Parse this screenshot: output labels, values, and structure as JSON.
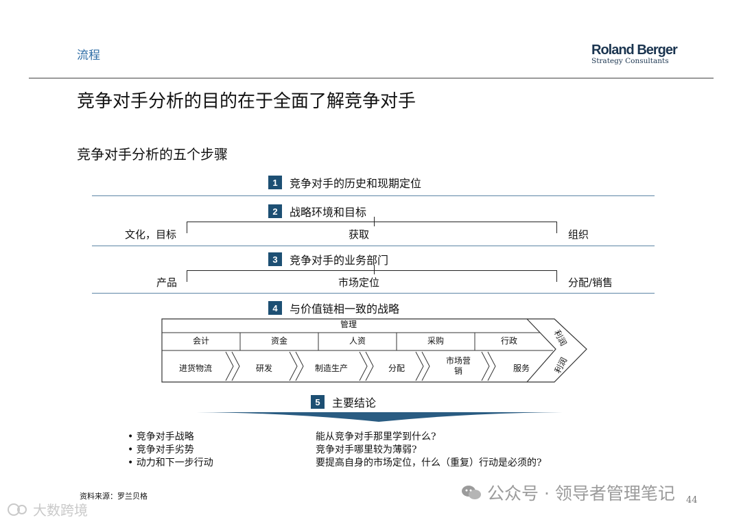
{
  "header": {
    "section": "流程",
    "logo_main": "Roland Berger",
    "logo_sub": "Strategy Consultants"
  },
  "title": "竞争对手分析的目的在于全面了解竞争对手",
  "subtitle": "竞争对手分析的五个步骤",
  "steps": [
    {
      "num": "1",
      "label": "竞争对手的历史和现期定位"
    },
    {
      "num": "2",
      "label": "战略环境和目标",
      "left": "文化，目标",
      "center": "获取",
      "right": "组织"
    },
    {
      "num": "3",
      "label": "竞争对手的业务部门",
      "left": "产品",
      "center": "市场定位",
      "right": "分配/销售"
    },
    {
      "num": "4",
      "label": "与价值链相一致的战略"
    },
    {
      "num": "5",
      "label": "主要结论"
    }
  ],
  "value_chain": {
    "management": "管理",
    "support": [
      "会计",
      "资金",
      "人资",
      "采购",
      "行政"
    ],
    "primary": [
      "进货物流",
      "研发",
      "制造生产",
      "分配",
      "市场营\n销",
      "服务"
    ],
    "margin_top": "利润",
    "margin_bottom": "利润"
  },
  "conclusions": {
    "bullets": [
      "• 竞争对手战略",
      "• 竞争对手劣势",
      "• 动力和下一步行动"
    ],
    "questions": [
      "能从竞争对手那里学到什么?",
      "竞争对手哪里较为薄弱?",
      "要提高自身的市场定位，什么（重复）行动是必须的?"
    ]
  },
  "footer": {
    "source": "资料来源：罗兰贝格",
    "watermark_right": "公众号 · 领导者管理笔记",
    "watermark_left": "大数跨境",
    "page": "44"
  },
  "colors": {
    "accent": "#2d6ca5",
    "step_badge": "#1d4f73",
    "rule": "#5b84a5"
  }
}
